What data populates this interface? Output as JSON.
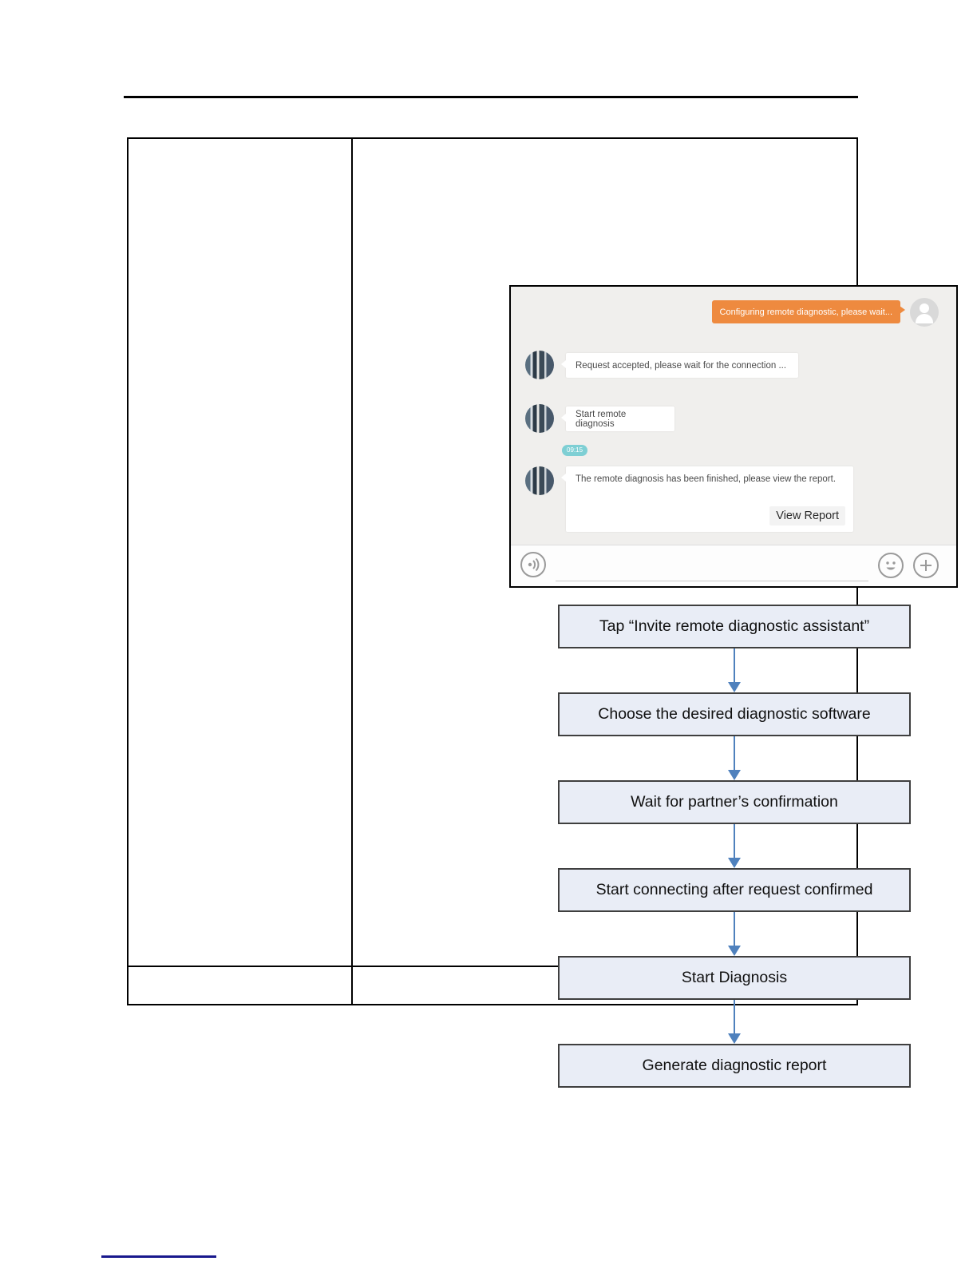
{
  "chat": {
    "outgoing": {
      "text": "Configuring remote diagnostic, please wait..."
    },
    "messages": [
      {
        "text": "Request accepted, please wait for the connection ..."
      },
      {
        "text": "Start remote diagnosis"
      },
      {
        "text": "The remote diagnosis has been finished, please view the report.",
        "action_label": "View Report"
      }
    ],
    "timestamp": "09:15",
    "icons": {
      "voice": "voice-waves-icon",
      "emoji": "smiley-icon",
      "plus": "plus-icon",
      "peer_avatar": "peer-avatar",
      "user_avatar": "person-silhouette-icon"
    }
  },
  "flowchart": {
    "steps": [
      "Tap “Invite remote diagnostic assistant”",
      "Choose the desired diagnostic software",
      "Wait for partner’s confirmation",
      "Start connecting after request confirmed",
      "Start Diagnosis",
      "Generate diagnostic report"
    ]
  },
  "colors": {
    "accent-orange": "#ee8a3f",
    "chip-teal": "#7ecfd4",
    "arrow-blue": "#4f81bd",
    "box-fill": "#e9edf6",
    "navy": "#18188c"
  }
}
